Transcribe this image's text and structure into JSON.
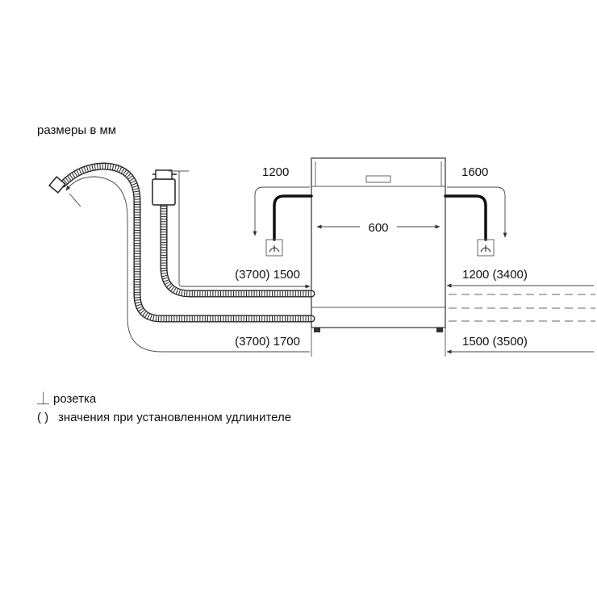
{
  "header": {
    "units_note": "размеры в мм"
  },
  "dimensions": {
    "width": "600",
    "water_left": "1200",
    "water_right": "1600",
    "drain_left": "(3700) 1500",
    "inlet_left": "(3700) 1700",
    "drain_right": "1200 (3400)",
    "inlet_right": "1500 (3500)"
  },
  "legend": {
    "socket_symbol": "⏊",
    "socket_text": "розетка",
    "extension_symbol": "( )",
    "extension_text": "значения при установленном удлинителе"
  },
  "colors": {
    "line": "#111111",
    "thin_line": "#555555",
    "background": "#ffffff"
  }
}
